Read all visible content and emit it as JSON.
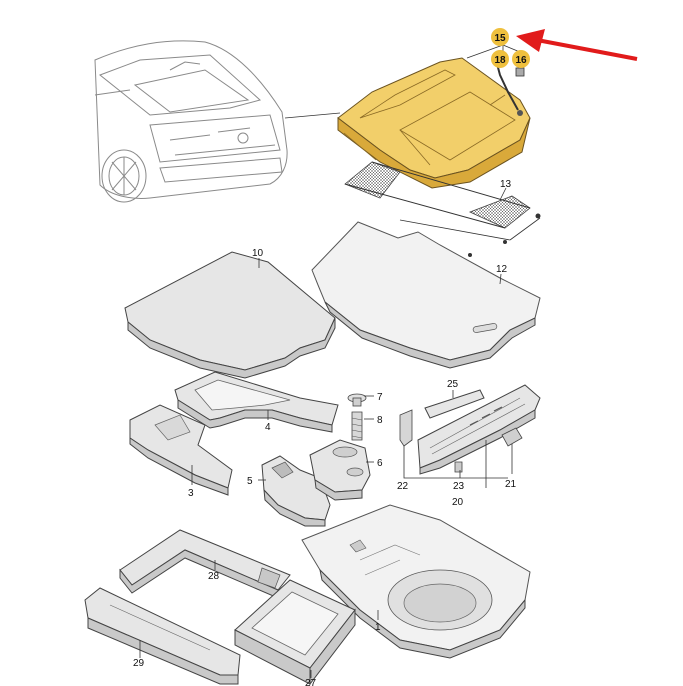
{
  "colors": {
    "highlight": "#f2cf6a",
    "highlight_dark": "#d9a93a",
    "badge": "#efc03e",
    "arrow": "#e11b1b",
    "line": "#444444"
  },
  "callouts": {
    "c1": "1",
    "c3": "3",
    "c4": "4",
    "c5": "5",
    "c6": "6",
    "c7": "7",
    "c8": "8",
    "c10": "10",
    "c12": "12",
    "c13": "13",
    "c20": "20",
    "c21": "21",
    "c22": "22",
    "c23": "23",
    "c25": "25",
    "c27": "27",
    "c28": "28",
    "c29": "29"
  },
  "badges": {
    "b15": "15",
    "b18": "18",
    "b16": "16"
  }
}
